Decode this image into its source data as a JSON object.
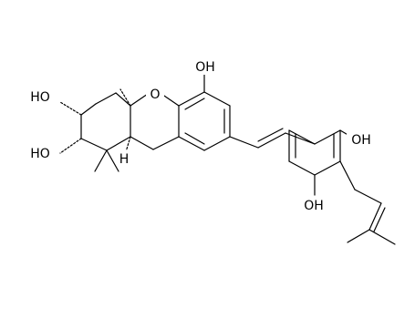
{
  "molecule": {
    "atom_labels": {
      "oh_ring_top": "OH",
      "o_ring": "O",
      "oh_a": "HO",
      "oh_b": "HO",
      "oh_resorcinol_top": "OH",
      "oh_resorcinol_bottom": "OH",
      "h_stereo": "H"
    }
  }
}
